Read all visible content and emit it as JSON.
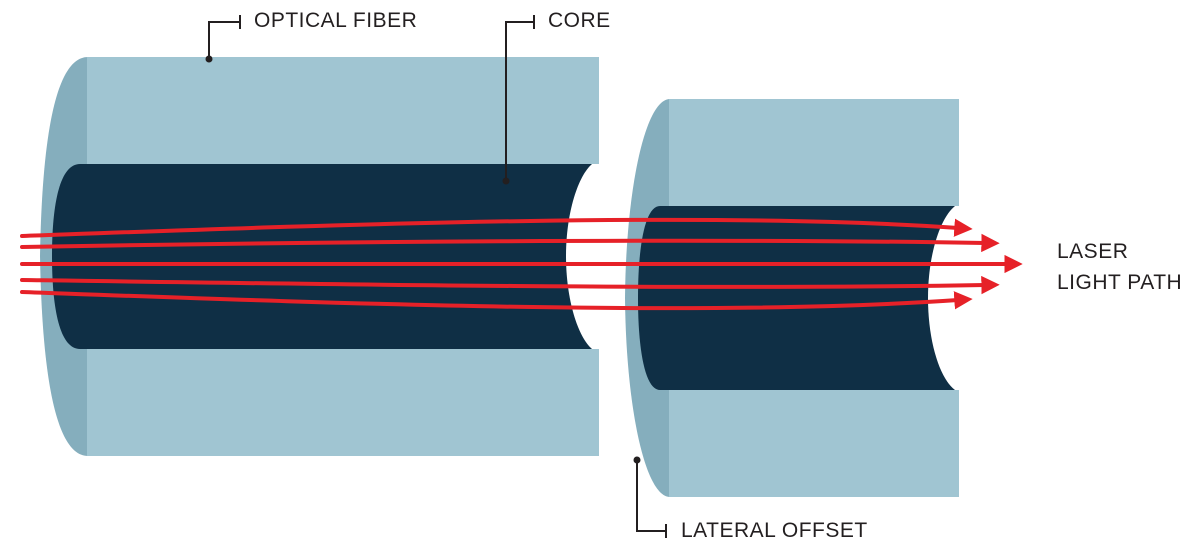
{
  "labels": {
    "optical_fiber": "OPTICAL FIBER",
    "core": "CORE",
    "laser_light_path_line1": "LASER",
    "laser_light_path_line2": "LIGHT PATH",
    "lateral_offset": "LATERAL OFFSET"
  },
  "colors": {
    "cladding": "#a0c5d2",
    "cladding_face": "#85aebd",
    "core": "#0f2f45",
    "laser": "#e62128",
    "leader_line": "#231f20",
    "label": "#231f20",
    "background": "#ffffff"
  }
}
